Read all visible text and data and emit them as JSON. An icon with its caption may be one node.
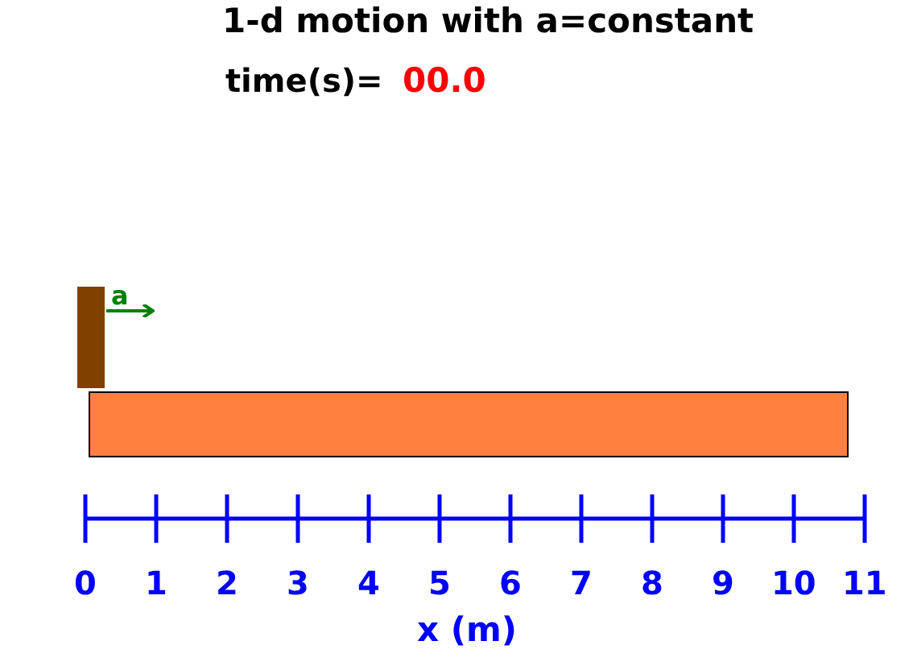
{
  "diagram": {
    "title": "1-d motion with a=constant",
    "labels": [
      "time(s)=",
      "00.0",
      "a",
      "0",
      "1",
      "2",
      "3",
      "4",
      "5",
      "6",
      "7",
      "8",
      "9",
      "10",
      "11",
      "x (m)"
    ]
  }
}
